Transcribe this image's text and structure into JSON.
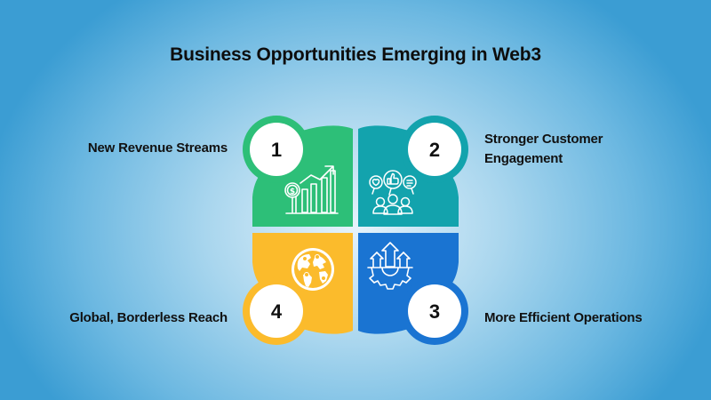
{
  "title": "Business Opportunities Emerging in Web3",
  "items": [
    {
      "number": "1",
      "label": "New Revenue Streams",
      "color": "#2dbf78",
      "icon": "revenue-growth-icon"
    },
    {
      "number": "2",
      "label_line1": "Stronger Customer",
      "label_line2": "Engagement",
      "color": "#13a3ad",
      "icon": "customer-engagement-icon"
    },
    {
      "number": "3",
      "label": "More Efficient Operations",
      "color": "#1a74d2",
      "icon": "efficiency-gear-icon"
    },
    {
      "number": "4",
      "label": "Global, Borderless Reach",
      "color": "#fbbb2c",
      "icon": "globe-icon"
    }
  ],
  "colors": {
    "green": "#2dbf78",
    "teal": "#13a3ad",
    "blue": "#1a74d2",
    "yellow": "#fbbb2c",
    "background_center": "#e6f3fb",
    "background_edge": "#3b9dd3"
  }
}
